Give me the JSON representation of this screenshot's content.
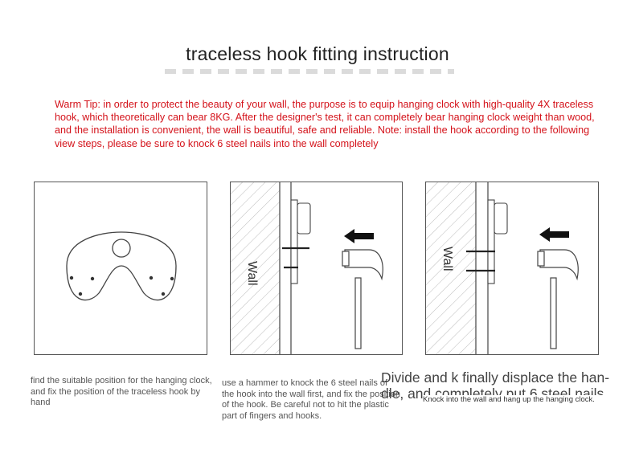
{
  "title": "traceless hook fitting instruction",
  "warm_tip": "Warm Tip: in order to protect the beauty of your wall, the purpose is to equip hanging clock with high-quality 4X traceless hook, which theoretically can bear 8KG. After the designer's test, it can completely bear hanging clock weight than wood, and the installation is convenient, the wall is beautiful, safe and reliable. Note: install the hook according to the following view steps, please be sure to knock 6 steel nails into the wall completely",
  "panels": {
    "panel2": {
      "wall_label": "Wall"
    },
    "panel3": {
      "wall_label": "Wall"
    }
  },
  "captions": {
    "step1": "find the suitable position for the hanging clock, and fix the position of the traceless hook by hand",
    "step2": "use a hammer to knock the 6 steel nails of the hook into the wall first, and fix the position of the hook. Be careful not to hit the plastic part of fingers and hooks.",
    "step3_large": "Divide and k finally displace the han-dle, and completely put 6 steel nails",
    "step3_small": "Knock into the wall and hang up the hanging clock."
  },
  "colors": {
    "tip_text": "#d4121a",
    "line": "#555555"
  }
}
